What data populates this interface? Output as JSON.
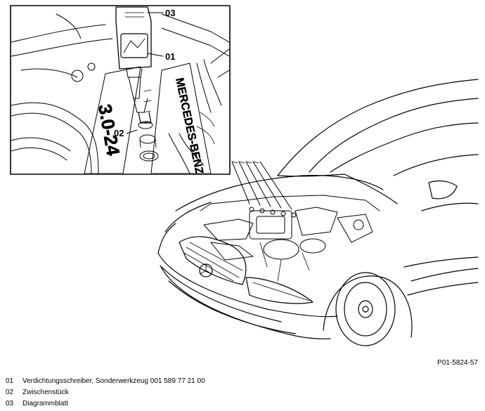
{
  "figure": {
    "callouts": [
      {
        "num": "03"
      },
      {
        "num": "01"
      },
      {
        "num": "02"
      }
    ],
    "engine_cover_text_1": "MERCEDES-BENZ",
    "engine_cover_text_2": "3.0-24"
  },
  "figure_id": "P01-5824-57",
  "legend": [
    {
      "num": "01",
      "text": "Verdichtungsschreiber, Sonderwerkzeug 001 589 77 21 00"
    },
    {
      "num": "02",
      "text": "Zwischenstück"
    },
    {
      "num": "03",
      "text": "Diagrammblatt"
    }
  ],
  "colors": {
    "line": "#000000",
    "background": "#ffffff"
  }
}
